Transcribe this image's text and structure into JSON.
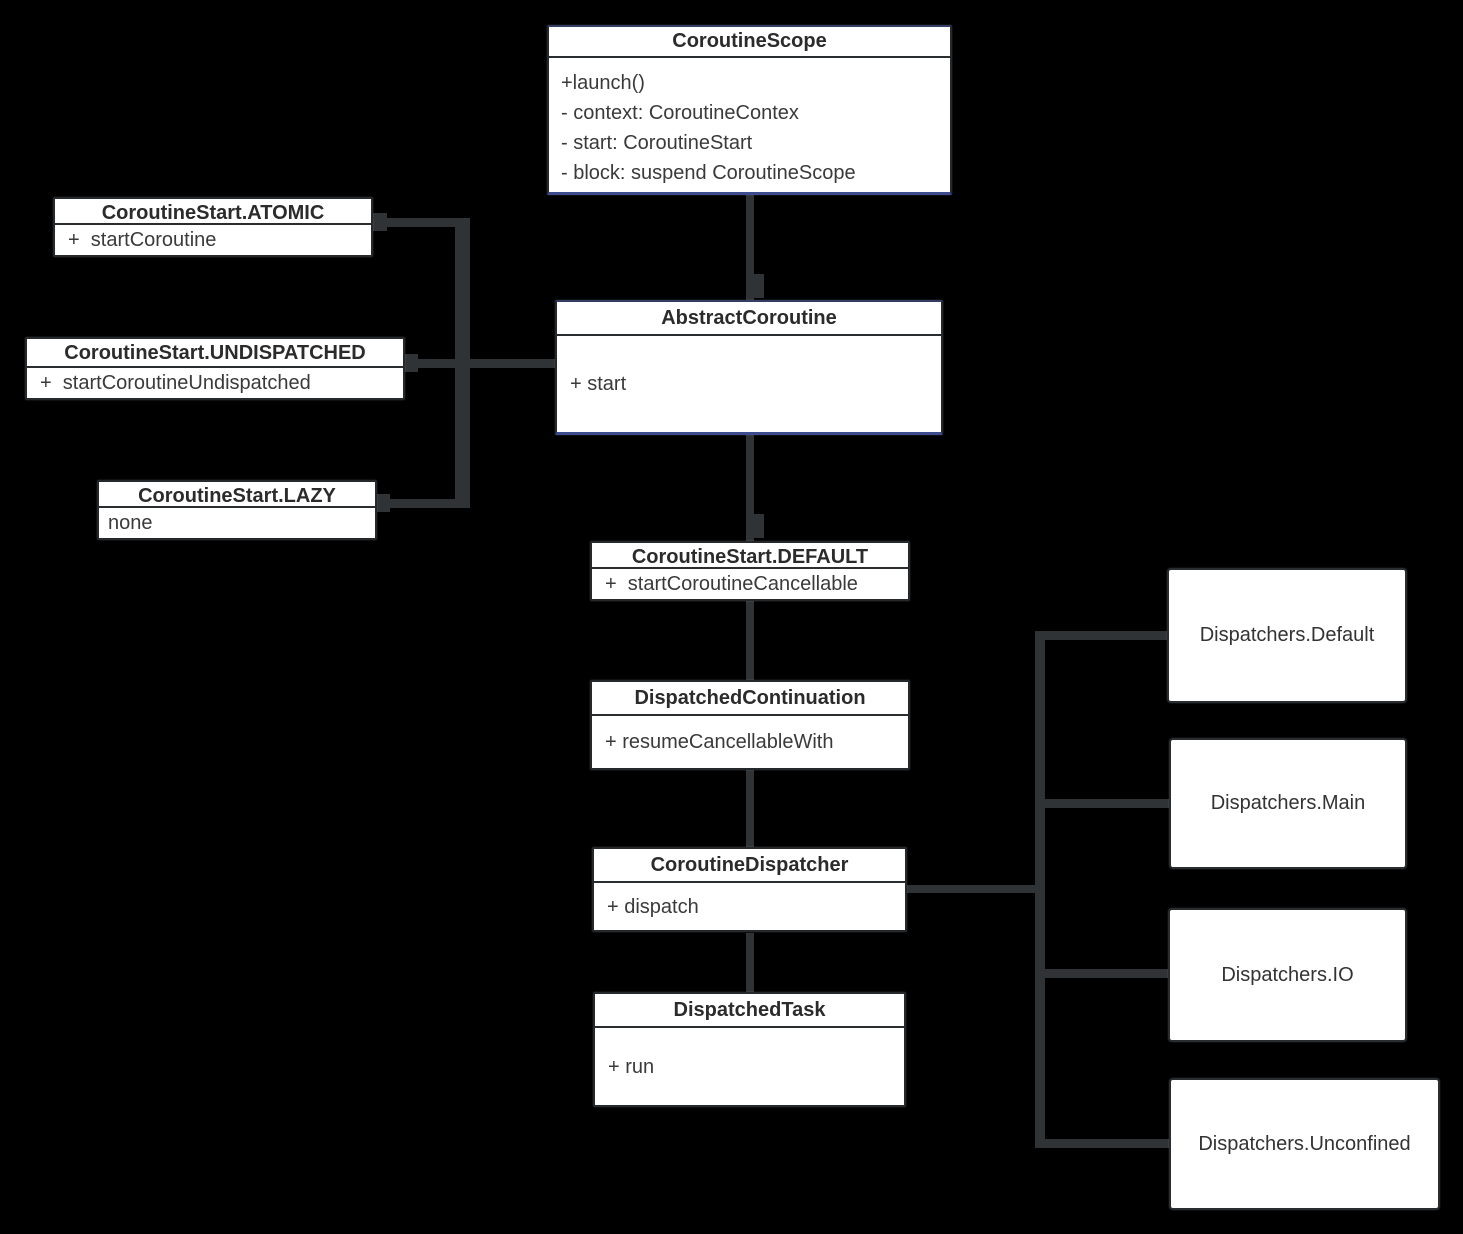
{
  "colors": {
    "background": "#000000",
    "line": "#2f3336",
    "box_fill": "#ffffff",
    "box_border": "#26292c",
    "accent_blue": "#3c4c8f",
    "text": "#333333"
  },
  "nodes": {
    "coroutine_scope": {
      "title": "CoroutineScope",
      "members": [
        "+launch()",
        "- context: CoroutineContex",
        "- start: CoroutineStart",
        "- block: suspend CoroutineScope"
      ]
    },
    "start_atomic": {
      "title": "CoroutineStart.ATOMIC",
      "members": [
        "+  startCoroutine"
      ]
    },
    "start_undispatched": {
      "title": "CoroutineStart.UNDISPATCHED",
      "members": [
        "+  startCoroutineUndispatched"
      ]
    },
    "start_lazy": {
      "title": "CoroutineStart.LAZY",
      "members": [
        "none"
      ]
    },
    "abstract_coroutine": {
      "title": "AbstractCoroutine",
      "members": [
        "+ start"
      ]
    },
    "start_default": {
      "title": "CoroutineStart.DEFAULT",
      "members": [
        "+  startCoroutineCancellable"
      ]
    },
    "dispatched_continuation": {
      "title": "DispatchedContinuation",
      "members": [
        "+ resumeCancellableWith"
      ]
    },
    "coroutine_dispatcher": {
      "title": "CoroutineDispatcher",
      "members": [
        "+ dispatch"
      ]
    },
    "dispatched_task": {
      "title": "DispatchedTask",
      "members": [
        "+ run"
      ]
    },
    "dispatchers_default": {
      "label": "Dispatchers.Default"
    },
    "dispatchers_main": {
      "label": "Dispatchers.Main"
    },
    "dispatchers_io": {
      "label": "Dispatchers.IO"
    },
    "dispatchers_unconfined": {
      "label": "Dispatchers.Unconfined"
    }
  }
}
